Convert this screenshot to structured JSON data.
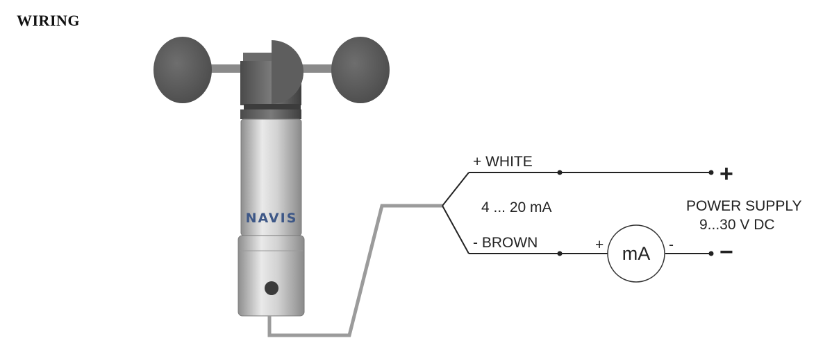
{
  "title": "WIRING",
  "sensor": {
    "brand": "NAVIS"
  },
  "wires": {
    "white_label": "+ WHITE",
    "brown_label": "- BROWN",
    "signal_label": "4 ... 20 mA"
  },
  "meter": {
    "label": "mA",
    "plus": "+",
    "minus": "-"
  },
  "power_supply": {
    "title": "POWER SUPPLY",
    "voltage": "9...30 V DC",
    "plus_symbol": "+",
    "minus_symbol": "−"
  },
  "colors": {
    "cable": "#9b9b9b",
    "wire": "#222222",
    "brand": "#3d5787",
    "cup": "#5a5a5a"
  }
}
